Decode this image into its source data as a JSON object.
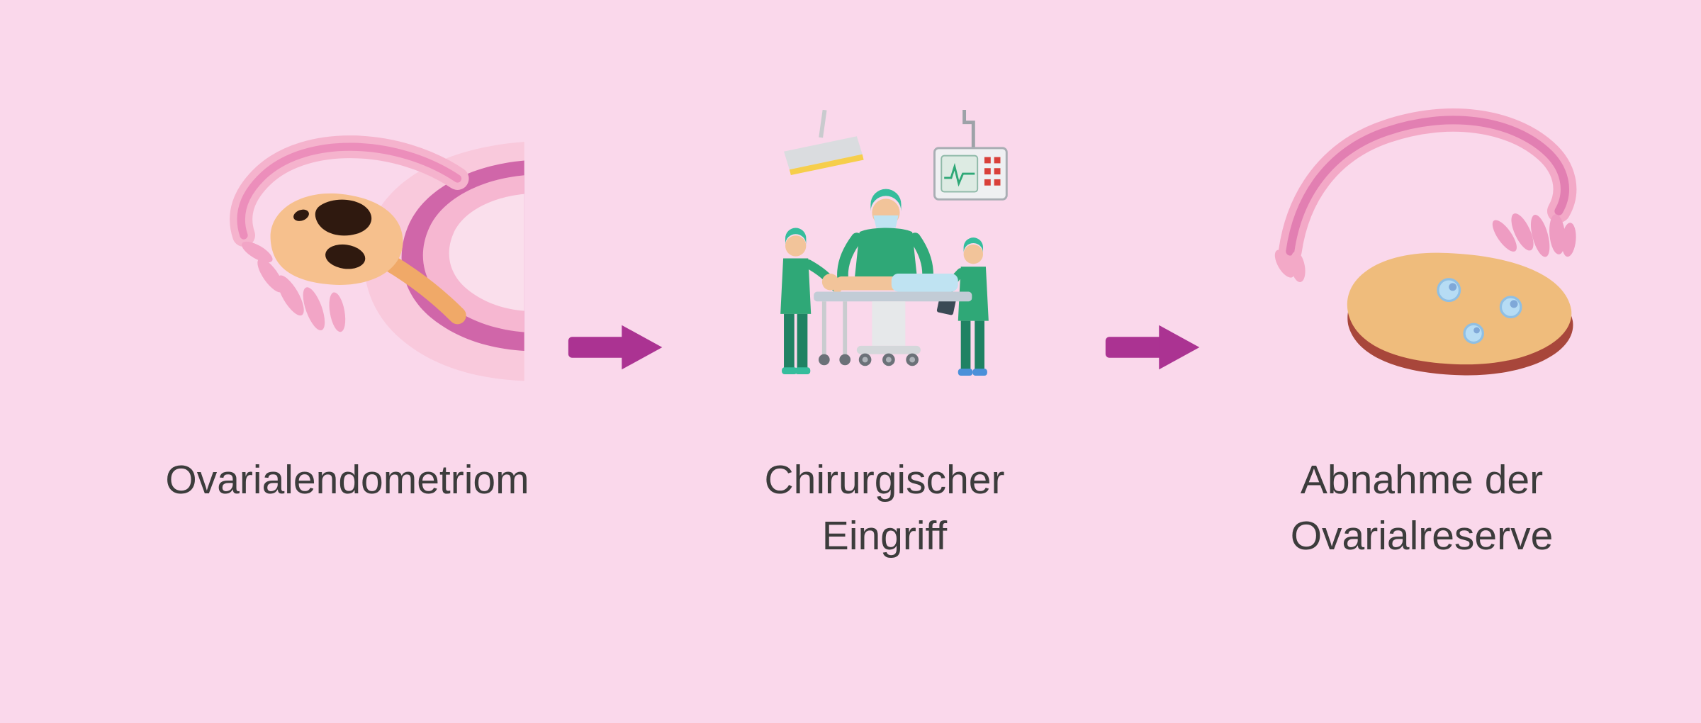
{
  "colors": {
    "background": "#FAD8EB",
    "arrow": "#AB3392",
    "text": "#3C3C3C"
  },
  "steps": [
    {
      "id": "ovarian-endometrioma",
      "illustration": "uterus-cross-section-with-dark-endometrioma-cysts-on-ovary",
      "lines": [
        "Ovarialendometriom"
      ]
    },
    {
      "id": "surgical-intervention",
      "illustration": "operating-room-with-three-surgeons-patient-table-lamp-monitor",
      "lines": [
        "Chirurgischer",
        "Eingriff"
      ]
    },
    {
      "id": "reduced-ovarian-reserve",
      "illustration": "ovary-with-fallopian-tube-and-few-blue-follicles",
      "lines": [
        "Abnahme der",
        "Ovarialreserve"
      ]
    }
  ]
}
